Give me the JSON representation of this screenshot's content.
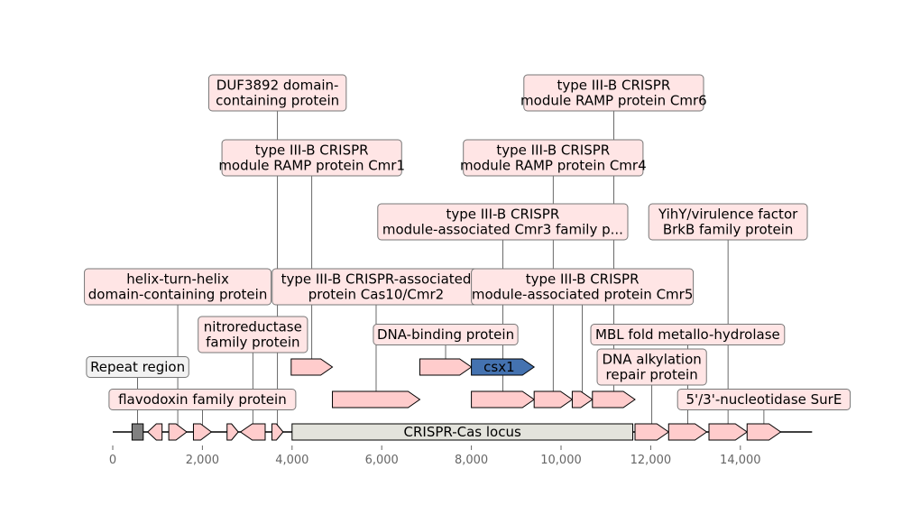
{
  "chart_data": {
    "type": "genome_map",
    "x_range": [
      0,
      15600
    ],
    "ticks": [
      0,
      2000,
      4000,
      6000,
      8000,
      10000,
      12000,
      14000
    ],
    "tick_labels": [
      "0",
      "2,000",
      "4,000",
      "6,000",
      "8,000",
      "10,000",
      "12,000",
      "14,000"
    ],
    "colors": {
      "gene": "#ffcccc",
      "highlight": "#4472b0",
      "repeat": "#808080",
      "locus": "#e3e3dc",
      "label_box": "#ffe5e5"
    },
    "features": [
      {
        "kind": "repeat",
        "start": 430,
        "end": 680,
        "track": 0,
        "label": "Repeat region",
        "label_track": 2
      },
      {
        "kind": "gene",
        "start": 780,
        "end": 1100,
        "strand": -1,
        "track": 0
      },
      {
        "kind": "gene",
        "start": 1250,
        "end": 1650,
        "strand": 1,
        "track": 0,
        "label": "helix-turn-helix domain-containing protein",
        "label_track": 5
      },
      {
        "kind": "gene",
        "start": 1800,
        "end": 2200,
        "strand": 1,
        "track": 0,
        "label": "flavodoxin family protein",
        "label_track": 1
      },
      {
        "kind": "gene",
        "start": 2550,
        "end": 2800,
        "strand": 1,
        "track": 0
      },
      {
        "kind": "gene",
        "start": 2850,
        "end": 3400,
        "strand": -1,
        "track": 0,
        "label": "nitroreductase family protein",
        "label_track": 3
      },
      {
        "kind": "gene",
        "start": 3550,
        "end": 3800,
        "strand": 1,
        "track": 0,
        "label": "DUF3892 domain-containing protein",
        "label_track": 8
      },
      {
        "kind": "gene",
        "start": 3980,
        "end": 4900,
        "strand": 1,
        "track": 2,
        "label": "type III-B CRISPR module RAMP protein Cmr1",
        "label_track": 7
      },
      {
        "kind": "gene",
        "start": 4900,
        "end": 6850,
        "strand": 1,
        "track": 1,
        "label": "type III-B CRISPR-associated protein Cas10/Cmr2",
        "label_track": 5
      },
      {
        "kind": "gene",
        "start": 6850,
        "end": 8000,
        "strand": 1,
        "track": 2,
        "label": "DNA-binding protein",
        "label_track": 3
      },
      {
        "kind": "gene",
        "start": 8000,
        "end": 9400,
        "strand": 1,
        "track": 2,
        "highlight": true,
        "name": "csx1"
      },
      {
        "kind": "gene",
        "start": 8000,
        "end": 9400,
        "strand": 1,
        "track": 1,
        "label": "type III-B CRISPR module-associated Cmr3 family p...",
        "label_track": 6
      },
      {
        "kind": "gene",
        "start": 9400,
        "end": 10250,
        "strand": 1,
        "track": 1,
        "label": "type III-B CRISPR module RAMP protein Cmr4",
        "label_track": 7
      },
      {
        "kind": "gene",
        "start": 10250,
        "end": 10700,
        "strand": 1,
        "track": 1,
        "label": "type III-B CRISPR module-associated protein Cmr5",
        "label_track": 5
      },
      {
        "kind": "gene",
        "start": 10700,
        "end": 11650,
        "strand": 1,
        "track": 1,
        "label": "type III-B CRISPR module RAMP protein Cmr6",
        "label_track": 8
      },
      {
        "kind": "gene",
        "start": 11650,
        "end": 12400,
        "strand": 1,
        "track": 0,
        "label": "DNA alkylation repair protein",
        "label_track": 2
      },
      {
        "kind": "gene",
        "start": 12400,
        "end": 13250,
        "strand": 1,
        "track": 0,
        "label": "MBL fold metallo-hydrolase",
        "label_track": 3
      },
      {
        "kind": "gene",
        "start": 13300,
        "end": 14150,
        "strand": 1,
        "track": 0,
        "label": "YihY/virulence factor BrkB family protein",
        "label_track": 6
      },
      {
        "kind": "gene",
        "start": 14150,
        "end": 14900,
        "strand": 1,
        "track": 0,
        "label": "5'/3'-nucleotidase SurE",
        "label_track": 1
      }
    ],
    "locus": {
      "start": 4000,
      "end": 11600,
      "label": "CRISPR-Cas locus"
    }
  }
}
